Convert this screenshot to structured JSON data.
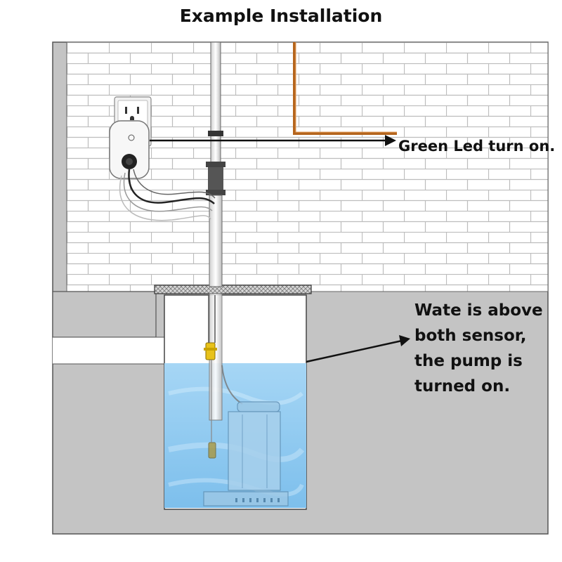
{
  "title": "Example Installation",
  "callouts": {
    "led": "Green Led turn on.",
    "water": [
      "Wate is above",
      "both sensor,",
      "the pump is",
      "turned on."
    ]
  },
  "colors": {
    "wall_gray": "#c4c4c4",
    "brick_line": "#bdbdbd",
    "water": "#8ec9ef",
    "copper_pipe": "#b5651d",
    "sensor": "#e8c21a",
    "text": "#111111"
  },
  "icons": [
    "outlet-icon",
    "controller-plug-icon",
    "sump-pump-icon",
    "float-sensor-icon"
  ]
}
